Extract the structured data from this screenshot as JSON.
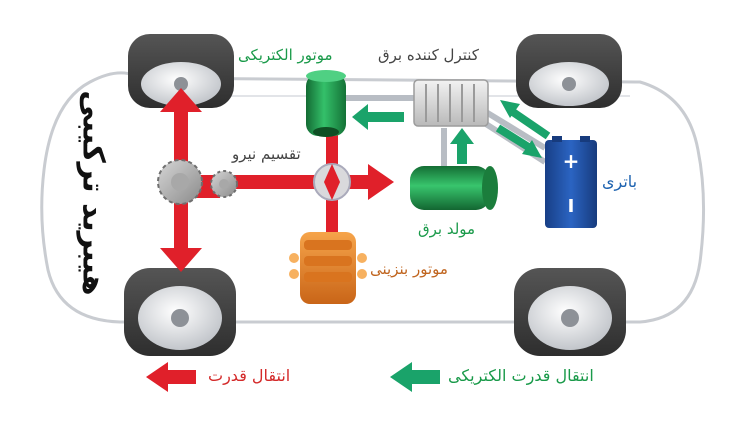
{
  "title": "هیبرید ترکیبی",
  "components": {
    "electric_motor": "موتور الکتریکی",
    "power_controller": "کنترل کننده برق",
    "power_split": "تقسیم نیرو",
    "generator": "مولد برق",
    "battery": "باتری",
    "gasoline_engine": "موتور بنزینی",
    "battery_plus": "+",
    "battery_minus": "I"
  },
  "legend": {
    "power_transfer": "انتقال قدرت",
    "electric_power_transfer": "انتقال قدرت الکتریکی"
  },
  "colors": {
    "power_arrow": "#e0202a",
    "electric_arrow": "#1aa36a",
    "motor_green": "#1f9e4c",
    "battery_blue": "#1e4fa0",
    "engine_orange": "#e8872a",
    "label_green": "#1a9a4a",
    "label_blue": "#1e63b0",
    "label_orange": "#c0651f"
  }
}
